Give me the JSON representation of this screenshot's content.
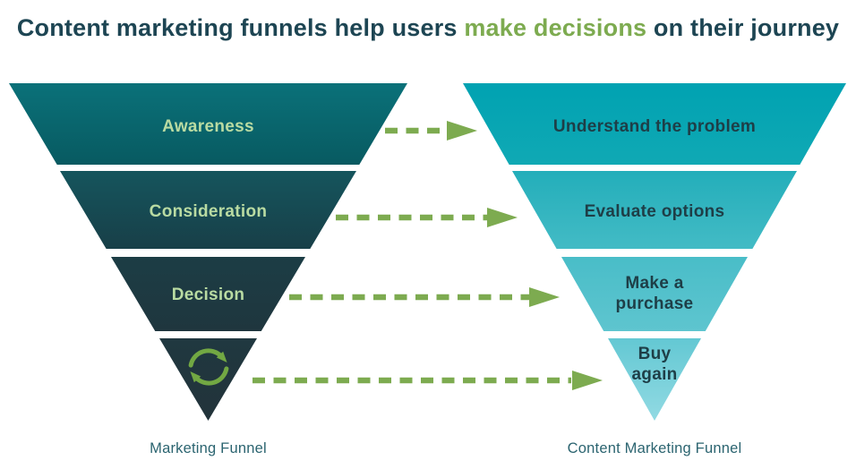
{
  "title": {
    "prefix": "Content marketing funnels help users ",
    "highlight": "make decisions",
    "suffix": " on their journey"
  },
  "funnels": {
    "marketing": {
      "caption": "Marketing Funnel",
      "stages": [
        {
          "label": "Awareness"
        },
        {
          "label": "Consideration"
        },
        {
          "label": "Decision"
        },
        {
          "label": "",
          "icon": "repeat-icon"
        }
      ]
    },
    "content": {
      "caption": "Content Marketing Funnel",
      "stages": [
        {
          "label": "Understand the problem"
        },
        {
          "label": "Evaluate options"
        },
        {
          "label": "Make a purchase"
        },
        {
          "label": "Buy again"
        }
      ]
    }
  },
  "arrows": [
    {
      "from": "Awareness",
      "to": "Understand the problem"
    },
    {
      "from": "Consideration",
      "to": "Evaluate options"
    },
    {
      "from": "Decision",
      "to": "Make a purchase"
    },
    {
      "from": "Repeat",
      "to": "Buy again"
    }
  ],
  "colors": {
    "title_text": "#1d4553",
    "highlight_green": "#7dab50",
    "arrow_green": "#7dab50",
    "repeat_icon_green": "#72a843",
    "marketing_label": "#b9dba2",
    "content_label": "#1e3e47",
    "caption_text": "#2b6470",
    "marketing_funnel_top": "#0a7179",
    "marketing_funnel_bottom": "#22333a",
    "content_funnel_top": "#00a2b2",
    "content_funnel_bottom": "#92dae3"
  }
}
